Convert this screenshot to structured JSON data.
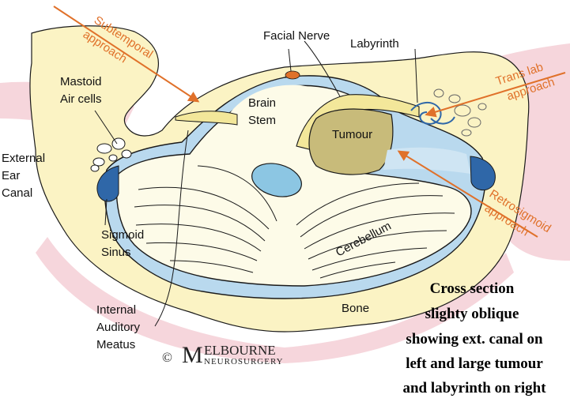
{
  "labels": {
    "facial_nerve": "Facial Nerve",
    "labyrinth": "Labyrinth",
    "mastoid_1": "Mastoid",
    "mastoid_2": "Air cells",
    "brain_stem_1": "Brain",
    "brain_stem_2": "Stem",
    "tumour": "Tumour",
    "external_1": "External",
    "external_2": "Ear",
    "external_3": "Canal",
    "sigmoid_1": "Sigmoid",
    "sigmoid_2": "Sinus",
    "cerebellum": "Cerebellum",
    "iam_1": "Internal",
    "iam_2": "Auditory",
    "iam_3": "Meatus",
    "bone": "Bone"
  },
  "approaches": {
    "subtemporal_1": "Subtemporal",
    "subtemporal_2": "approach",
    "translab_1": "Trans lab",
    "translab_2": "approach",
    "retrosigmoid_1": "Retrosigmoid",
    "retrosigmoid_2": "approach"
  },
  "caption": {
    "line1": "Cross section",
    "line2": "slighty oblique",
    "line3": "showing ext. canal on",
    "line4": "left and large tumour",
    "line5": "and labyrinth on right"
  },
  "logo": {
    "copyright": "©",
    "big_letter": "M",
    "rest": "ELBOURNE",
    "sub": "NEUROSURGERY"
  },
  "colors": {
    "skin": "#f6d6dc",
    "bone": "#fbf3c4",
    "dura": "#b9d9ee",
    "tissue": "#fdfbe8",
    "tumour": "#c8bb7a",
    "nerve": "#f3e79a",
    "ventricle": "#8cc6e3",
    "sinus": "#2f67a8",
    "arrow": "#e0712a",
    "outline": "#1a1a1a"
  }
}
